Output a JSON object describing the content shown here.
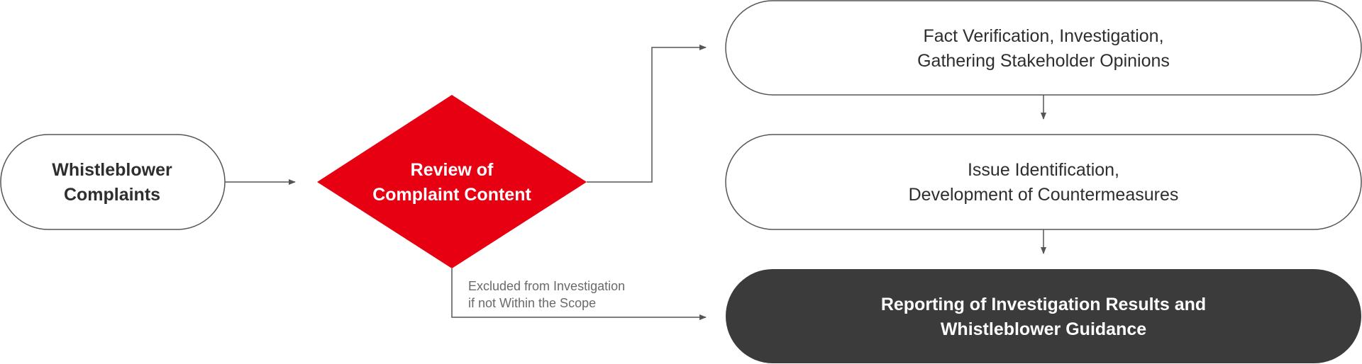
{
  "colors": {
    "decision_fill": "#e60012",
    "final_fill": "#3c3b3c",
    "outline": "#555555",
    "text_dark": "#2e2e2e",
    "text_light": "#ffffff",
    "note_text": "#6a6a6a"
  },
  "nodes": {
    "complaints": {
      "line1": "Whistleblower",
      "line2": "Complaints"
    },
    "review": {
      "line1": "Review of",
      "line2": "Complaint Content"
    },
    "fact": {
      "line1": "Fact Verification, Investigation,",
      "line2": "Gathering Stakeholder Opinions"
    },
    "issue": {
      "line1": "Issue Identification,",
      "line2": "Development of Countermeasures"
    },
    "report": {
      "line1": "Reporting of Investigation Results and",
      "line2": "Whistleblower Guidance"
    }
  },
  "exclusion_note": {
    "line1": "Excluded from Investigation",
    "line2": "if not Within the Scope"
  }
}
